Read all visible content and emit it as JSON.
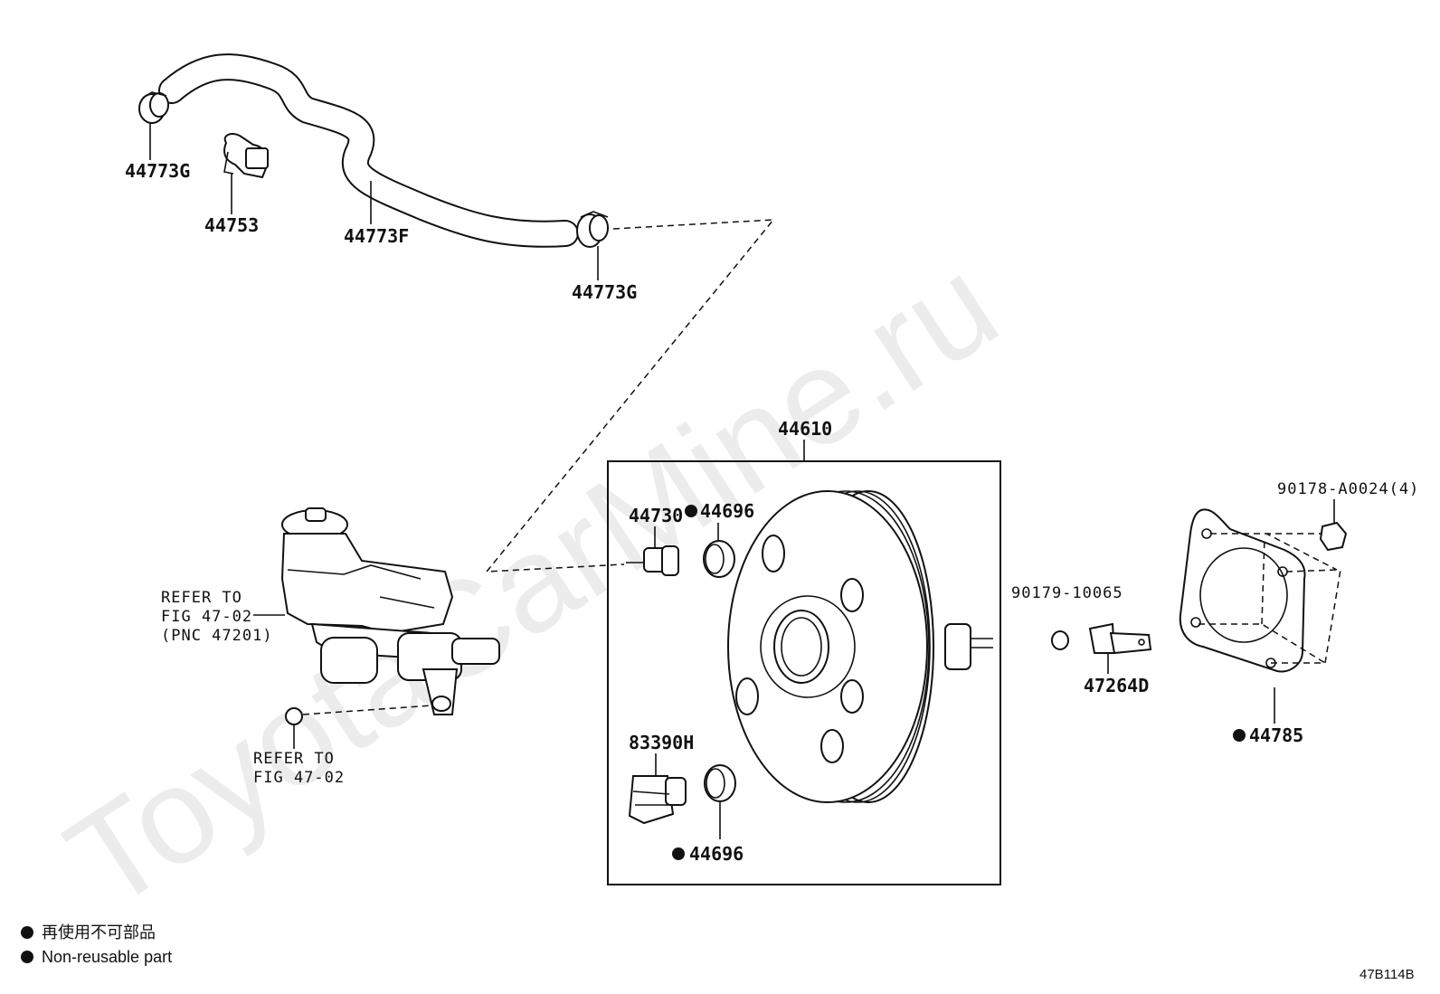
{
  "watermark": "ToyotaCarMine.ru",
  "parts": {
    "clamp_top": "44773G",
    "clip": "44753",
    "hose": "44773F",
    "clamp_lower": "44773G",
    "booster": "44610",
    "check_valve": "44730",
    "grommet_top": "44696",
    "sensor": "83390H",
    "grommet_bottom": "44696",
    "nut": "90178-A0024(4)",
    "plug": "90179-10065",
    "bracket": "47264D",
    "gasket": "44785"
  },
  "refer_master": {
    "line1": "REFER TO",
    "line2": "FIG 47-02",
    "line3": "(PNC 47201)"
  },
  "refer_seal": {
    "line1": "REFER TO",
    "line2": "FIG 47-02"
  },
  "legend": {
    "line_jp": "再使用不可部品",
    "line_en": "Non-reusable part"
  },
  "diagram_code": "47B114B"
}
